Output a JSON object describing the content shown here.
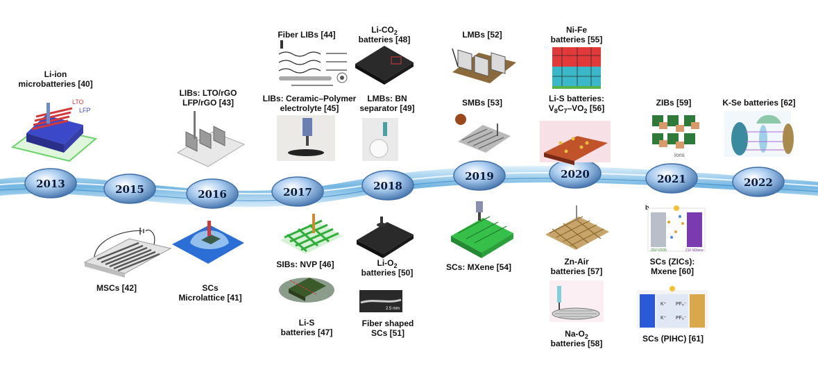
{
  "years": [
    "2013",
    "2015",
    "2016",
    "2017",
    "2018",
    "2019",
    "2020",
    "2021",
    "2022"
  ],
  "labels": {
    "li_ion": "Li-ion\nmicrobatteries [40]",
    "mscs": "MSCs [42]",
    "lib_lto": "LIBs: LTO/rGO\nLFP/rGO [43]",
    "scs_micro": "SCs\nMicrolattice [41]",
    "fiber_libs": "Fiber  LIBs [44]",
    "libs_ceramic": "LIBs: Ceramic–Polymer\nelectrolyte [45]",
    "sibs": "SIBs: NVP [46]",
    "lis_47": "Li-S\nbatteries [47]",
    "li_co2_a": "Li-CO",
    "li_co2_sub": "2",
    "li_co2_b": "batteries [48]",
    "lmbs_bn": "LMBs: BN\nseparator [49]",
    "li_o2_a": "Li-O",
    "li_o2_sub": "2",
    "li_o2_b": "batteries [50]",
    "fiber_scs": "Fiber shaped\nSCs [51]",
    "lmbs_52": "LMBs [52]",
    "smbs": "SMBs [53]",
    "scs_mxene": "SCs: MXene [54]",
    "nife": "Ni-Fe\nbatteries [55]",
    "lis_56_a": "Li-S batteries:",
    "lis_56_b1": "V",
    "lis_56_s1": "8",
    "lis_56_b2": "C",
    "lis_56_s2": "7",
    "lis_56_b3": "–VO",
    "lis_56_s3": "2",
    "lis_56_b4": " [56]",
    "znair": "Zn-Air\nbatteries [57]",
    "nao2_a": "Na-O",
    "nao2_sub": "2",
    "nao2_b": "batteries [58]",
    "zibs": "ZIBs [59]",
    "scs_zics": "SCs (ZICs):\nMxene [60]",
    "scs_pihc": "SCs (PIHC) [61]",
    "kse": "K-Se batteries [62]"
  },
  "image_text": {
    "lto": "LTO",
    "lfp": "LFP",
    "ions": "ions",
    "scale": "2.5 mm",
    "b": "b",
    "k1": "K⁺",
    "k2": "K⁺",
    "pf1": "PF₆⁻",
    "pf2": "PF₆⁻",
    "zibs_left": "33V-V2O5",
    "zibs_right": "21F MXene"
  },
  "colors": {
    "wave": "#5aa9dc",
    "disc": "#9ec4ea",
    "discEdge": "#3f6fa8"
  }
}
